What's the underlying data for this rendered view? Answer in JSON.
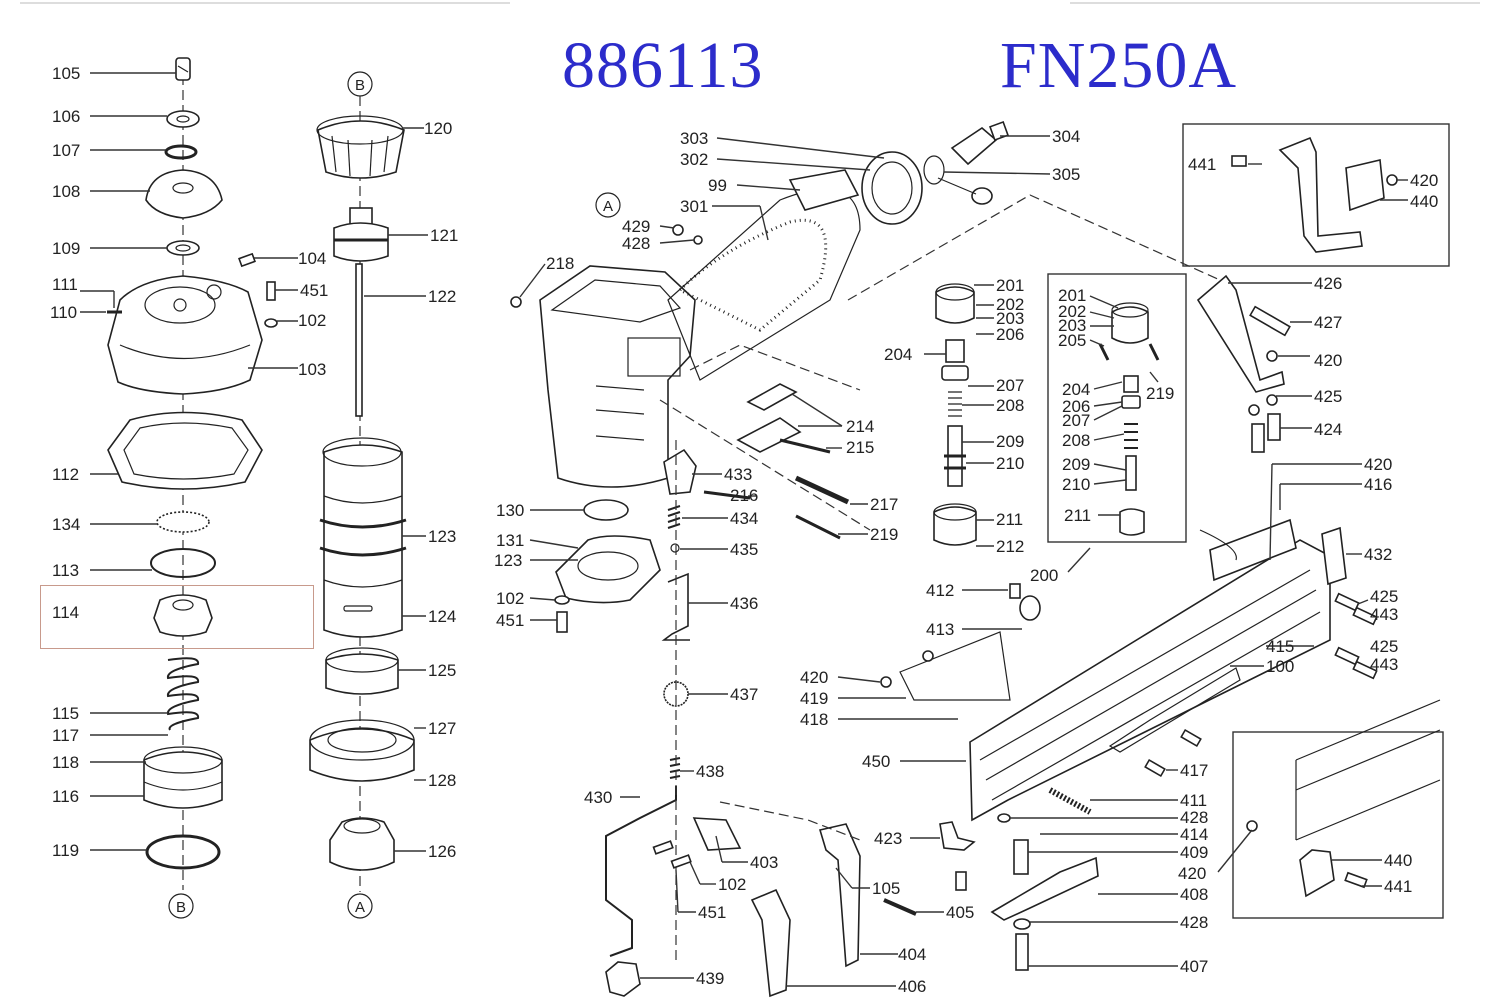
{
  "header": {
    "part_number": "886113",
    "model": "FN250A"
  },
  "callouts": {
    "105": "105",
    "106": "106",
    "107": "107",
    "108": "108",
    "109": "109",
    "111": "111",
    "110": "110",
    "104": "104",
    "451": "451",
    "102": "102",
    "103": "103",
    "112": "112",
    "134": "134",
    "113": "113",
    "114": "114",
    "115": "115",
    "117": "117",
    "118": "118",
    "116": "116",
    "119": "119",
    "120": "120",
    "121": "121",
    "122": "122",
    "123": "123",
    "124": "124",
    "125": "125",
    "127": "127",
    "128": "128",
    "126": "126",
    "303": "303",
    "302": "302",
    "304": "304",
    "305": "305",
    "99": "99",
    "301": "301",
    "429": "429",
    "428": "428",
    "218": "218",
    "201": "201",
    "202": "202",
    "203": "203",
    "206": "206",
    "204": "204",
    "207": "207",
    "208": "208",
    "209": "209",
    "210": "210",
    "211": "211",
    "212": "212",
    "205": "205",
    "219": "219",
    "200": "200",
    "214": "214",
    "215": "215",
    "217": "217",
    "433": "433",
    "216": "216",
    "434": "434",
    "435": "435",
    "130": "130",
    "131": "131",
    "436": "436",
    "437": "437",
    "438": "438",
    "430": "430",
    "439": "439",
    "403": "403",
    "451b": "451",
    "102b": "102",
    "105b": "105",
    "405": "405",
    "404": "404",
    "406": "406",
    "423": "423",
    "441": "441",
    "420": "420",
    "440": "440",
    "426": "426",
    "427": "427",
    "425": "425",
    "424": "424",
    "416": "416",
    "432": "432",
    "443": "443",
    "415": "415",
    "100": "100",
    "412": "412",
    "413": "413",
    "419": "419",
    "418": "418",
    "450": "450",
    "417": "417",
    "411": "411",
    "414": "414",
    "409": "409",
    "408": "408",
    "407": "407"
  },
  "markers": {
    "a": "A",
    "b": "B"
  }
}
